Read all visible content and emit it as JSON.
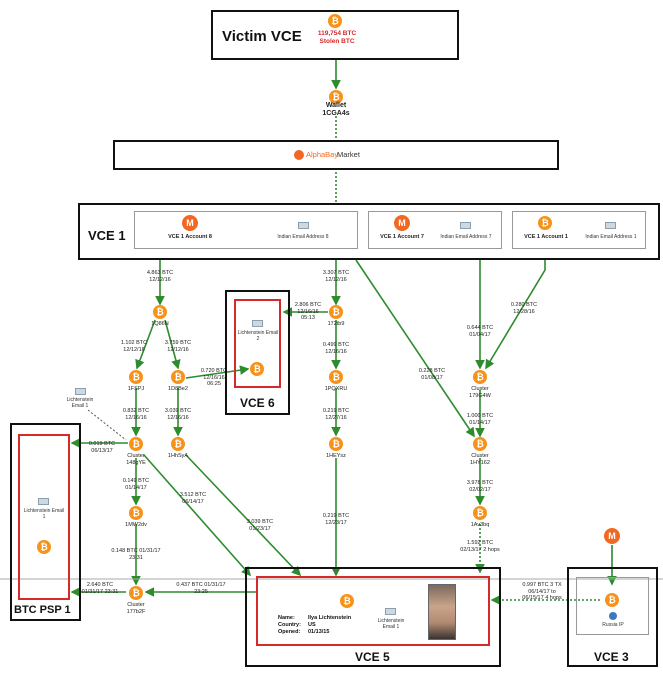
{
  "victim": {
    "title": "Victim VCE",
    "amount": "119,754 BTC",
    "stolen": "Stolen BTC"
  },
  "wallet": {
    "label": "Wallet",
    "id": "1CGA4s"
  },
  "alphabay": {
    "name": "AlphaBay",
    "market": "Market"
  },
  "vce1": {
    "title": "VCE 1",
    "acct8": "VCE 1 Account 8",
    "email8": "Indian Email Address 8",
    "acct7": "VCE 1 Account 7",
    "email7": "Indian Email Address 7",
    "acct1": "VCE 1 Account 1",
    "email1": "Indian Email Address 1"
  },
  "vce6": {
    "title": "VCE 6",
    "email": "Lichtenstein Email 2"
  },
  "psp": {
    "title": "BTC PSP 1",
    "email": "Lichtenstein Email 1"
  },
  "vce5": {
    "title": "VCE 5",
    "name_k": "Name:",
    "name_v": "Ilya Lichtenstein",
    "country_k": "Country:",
    "country_v": "US",
    "opened_k": "Opened:",
    "opened_v": "01/13/15",
    "email": "Lichtenstein Email 1"
  },
  "vce3": {
    "title": "VCE 3",
    "ip": "Russia IP"
  },
  "floating_email": "Lichtenstein Email 1",
  "nodes": {
    "n1q86n": "1Q86N",
    "n1fspj": "1FSPJ",
    "n1d8be2": "1D8Be2",
    "cluster148": "Cluster 148gYE",
    "n1hhsya": "1HhSyA",
    "n1mw2dv": "1MW2dv",
    "cluster177": "Cluster 177b2F",
    "n172tb9": "172tb9",
    "n1pqxru": "1PQXRU",
    "n1heysz": "1HEYsz",
    "cluster179": "Cluster 179G4W",
    "cluster1hy": "Cluster 1HY162",
    "n1av3bq": "1Av3bq"
  },
  "tx": {
    "t1": "4.863 BTC 12/12/16",
    "t2": "1.102 BTC 12/12/16",
    "t3": "3.759 BTC 12/12/16",
    "t4": "0.720 BTC 12/16/16 06:25",
    "t5": "0.832 BTC 12/16/16",
    "t6": "3.039 BTC 12/16/16",
    "t7": "0.019 BTC 06/13/17",
    "t8": "0.149 BTC 01/14/17",
    "t9": "3.512 BTC 06/14/17",
    "t10": "0.148 BTC 01/31/17 23:31",
    "t11": "3.039 BTC 01/23/17",
    "t12": "2.640 BTC 01/31/17 23:31",
    "t13": "0.437 BTC 01/31/17 23:25",
    "t14": "3.307 BTC 12/12/16",
    "t15": "2.806 BTC 12/16/16 05:13",
    "t16": "0.499 BTC 12/16/16",
    "t17": "0.219 BTC 12/27/16",
    "t18": "0.219 BTC 12/23/17",
    "t19": "0.228 BTC 01/08/17",
    "t20": "0.644 BTC 01/04/17",
    "t21": "0.280 BTC 12/28/16",
    "t22": "1.000 BTC 01/14/17",
    "t23": "3.978 BTC 02/02/17",
    "t24": "1.592 BTC 02/13/17 2 hops",
    "t25": "0.997 BTC 3 TX 06/14/17 to 06/15/17 4 hops"
  },
  "colors": {
    "arrow": "#2e8b2e",
    "red_box": "#d42a2a",
    "btc": "#f7931a",
    "xmr": "#f26822"
  }
}
